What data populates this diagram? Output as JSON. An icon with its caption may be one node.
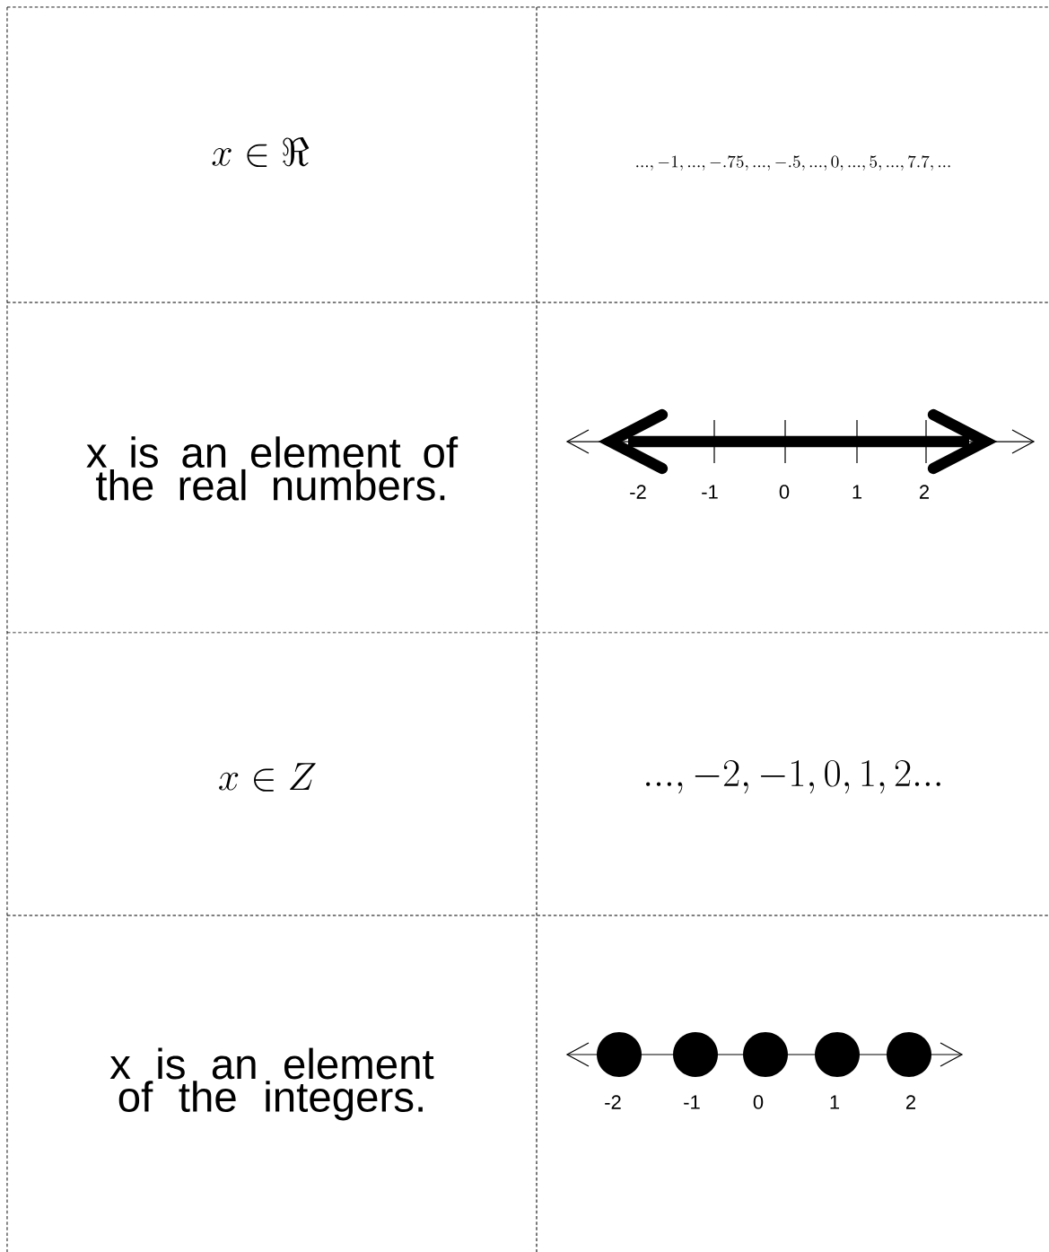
{
  "diagram": {
    "nodes": [
      {
        "text": [
          "x \\in \\Re"
        ]
      },
      {
        "text": [
          "...,-1,...,-.75,...,-.5,...,0,...,5,...,7.7,..."
        ]
      },
      {
        "text": [
          "x is an element of the real numbers."
        ]
      },
      {
        "text": [],
        "shape": "picture",
        "beside": [
          "-2",
          "-1",
          "0",
          "1",
          "2"
        ]
      },
      {
        "text": [
          "x \\in Z"
        ]
      },
      {
        "text": [
          "...,-2,-1,0,1,2..."
        ]
      },
      {
        "text": [
          "x is an element of the integers."
        ]
      },
      {
        "text": [],
        "shape": "picture",
        "beside": [
          "-2",
          "-1",
          "0",
          "1",
          "2"
        ]
      }
    ]
  }
}
